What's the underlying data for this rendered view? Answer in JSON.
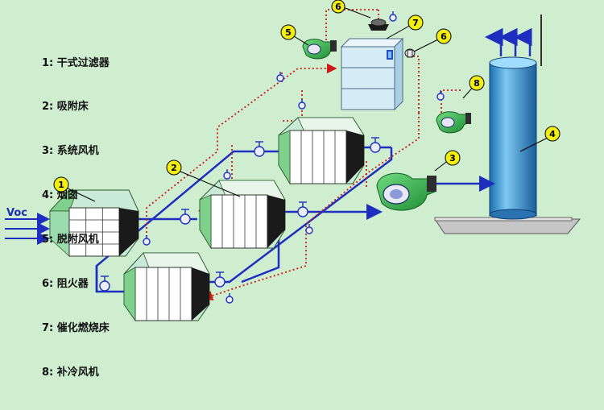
{
  "legend": [
    {
      "num": "1:",
      "text": "干式过滤器"
    },
    {
      "num": "2:",
      "text": "吸附床"
    },
    {
      "num": "3:",
      "text": "系统风机"
    },
    {
      "num": "4:",
      "text": "烟囱"
    },
    {
      "num": "5:",
      "text": "脱附风机"
    },
    {
      "num": "6:",
      "text": "阻火器"
    },
    {
      "num": "7:",
      "text": "催化燃烧床"
    },
    {
      "num": "8:",
      "text": "补冷风机"
    }
  ],
  "inlet_label": "Voc",
  "callouts": [
    "1",
    "2",
    "3",
    "4",
    "5",
    "6",
    "7",
    "6",
    "8"
  ],
  "colors": {
    "background": "#cfeecf",
    "main_pipe": "#1e2fbf",
    "desorb_line": "#d01818",
    "callout_fill": "#f2ee12",
    "chimney": "#4aa2d8",
    "fan": "#2fb24a"
  }
}
